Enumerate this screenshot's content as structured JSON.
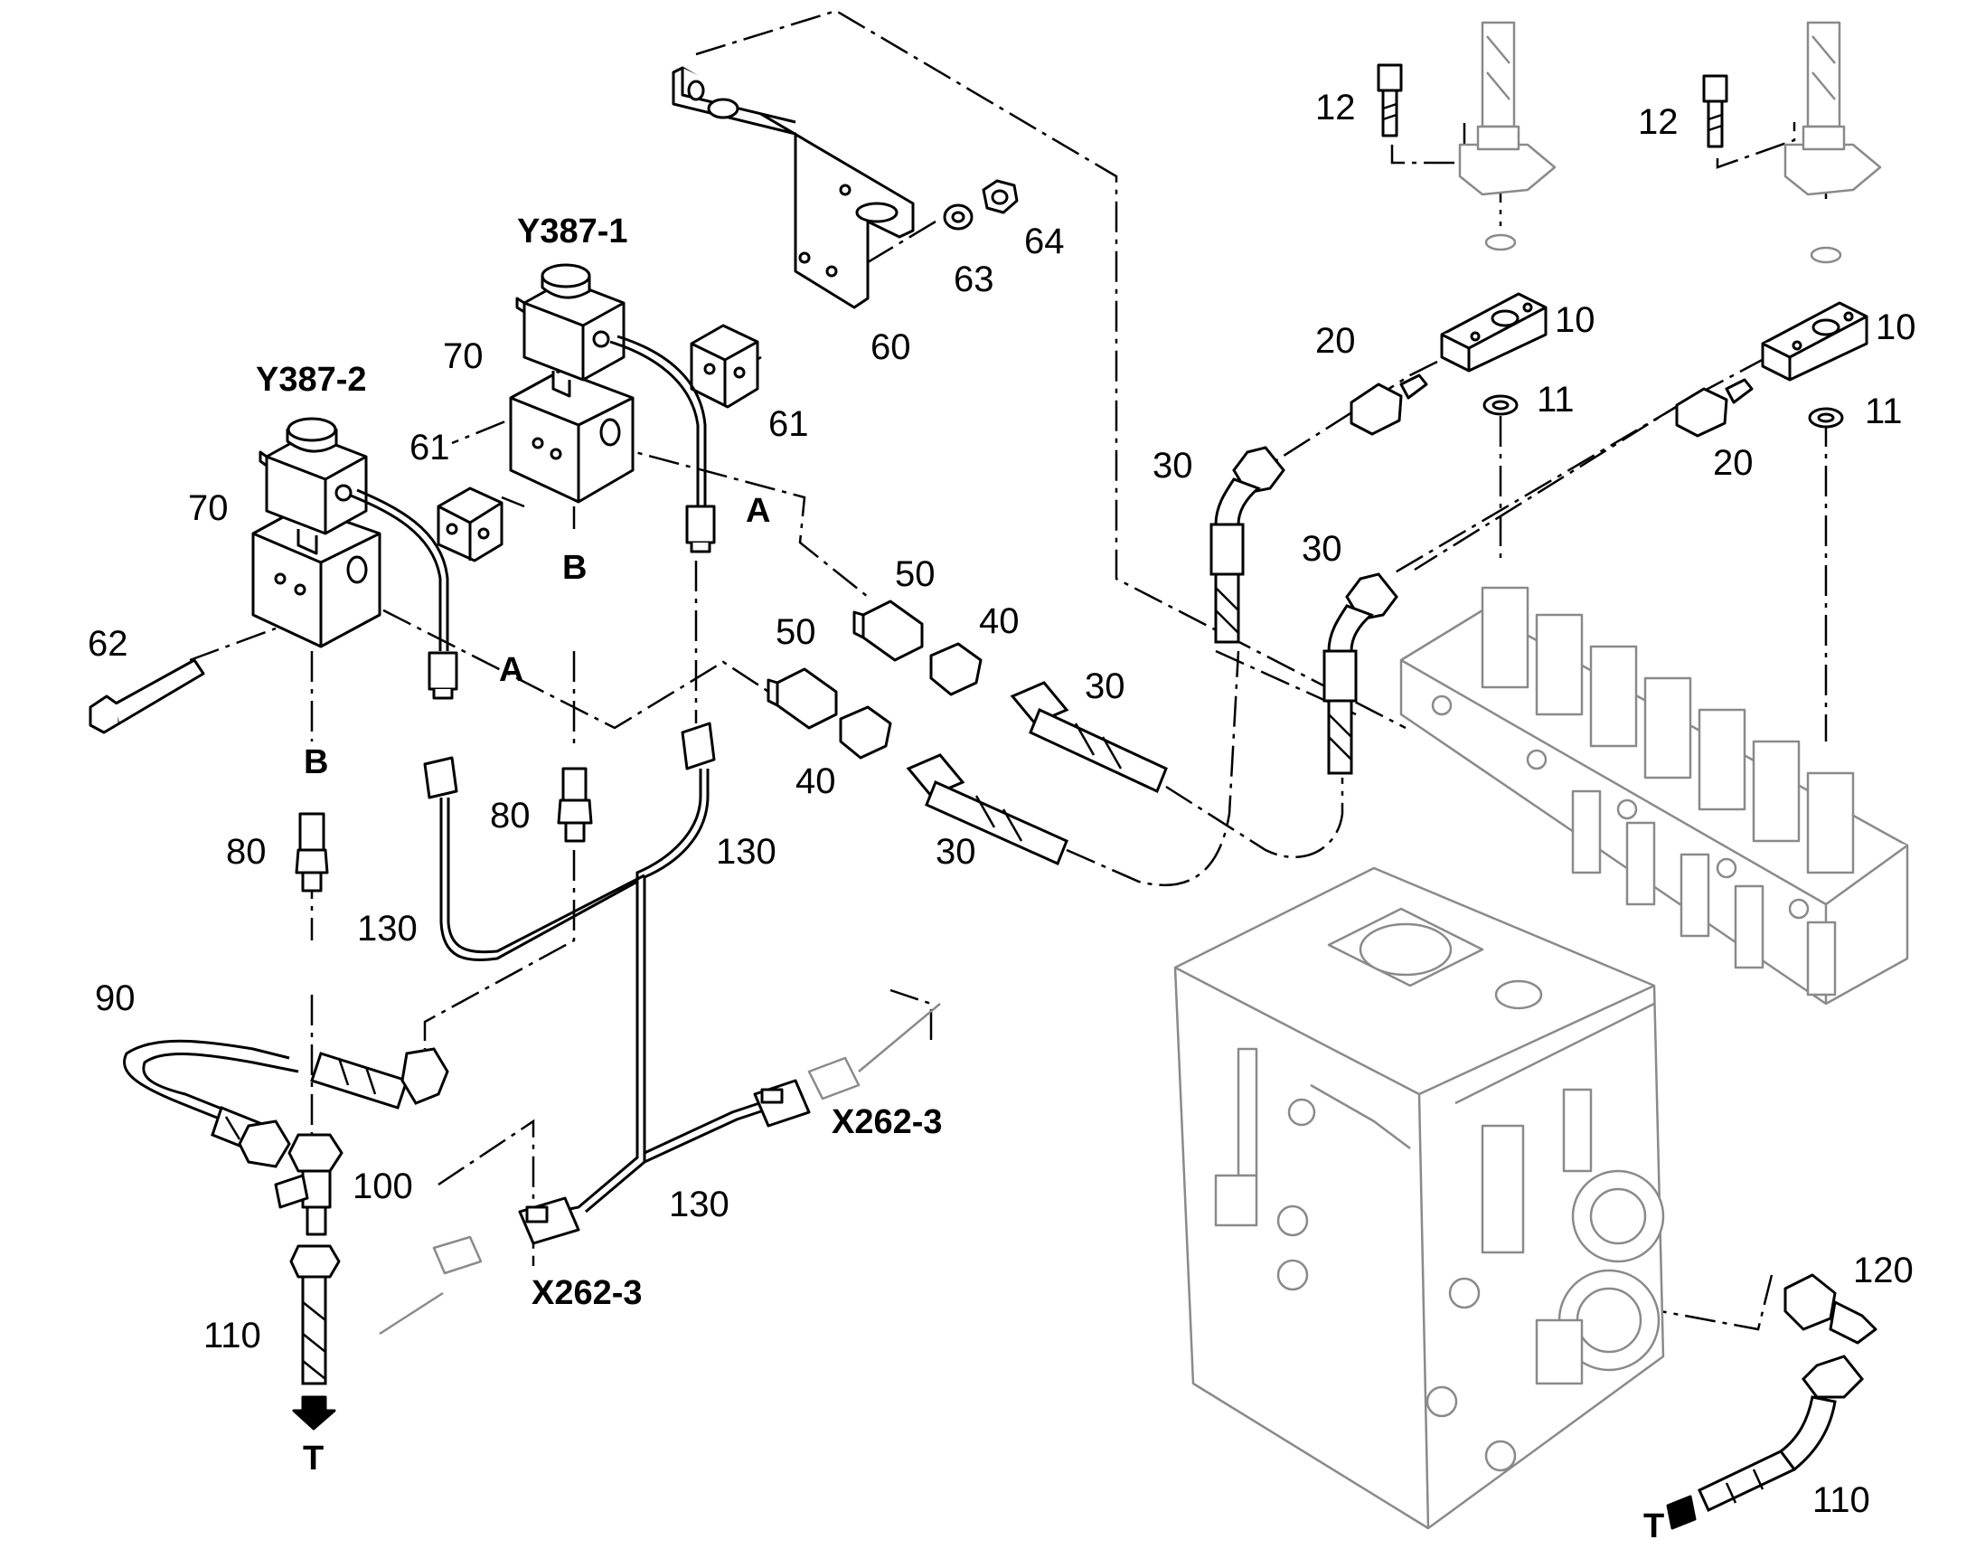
{
  "labels": {
    "y387_1": "Y387-1",
    "y387_2": "Y387-2",
    "p70a": "70",
    "p70b": "70",
    "p60": "60",
    "p61a": "61",
    "p61b": "61",
    "p62": "62",
    "p63": "63",
    "p64": "64",
    "p12a": "12",
    "p12b": "12",
    "p10a": "10",
    "p10b": "10",
    "p11a": "11",
    "p11b": "11",
    "p20a": "20",
    "p20b": "20",
    "p30a": "30",
    "p30b": "30",
    "p30c": "30",
    "p30d": "30",
    "p50a": "50",
    "p50b": "50",
    "p40a": "40",
    "p40b": "40",
    "p80a": "80",
    "p80b": "80",
    "p90": "90",
    "p100": "100",
    "p110a": "110",
    "p110b": "110",
    "p120": "120",
    "p130a": "130",
    "p130b": "130",
    "p130c": "130",
    "x262a": "X262-3",
    "x262b": "X262-3",
    "a1": "A",
    "a2": "A",
    "b1": "B",
    "b2": "B",
    "t1": "T",
    "t2": "T"
  }
}
